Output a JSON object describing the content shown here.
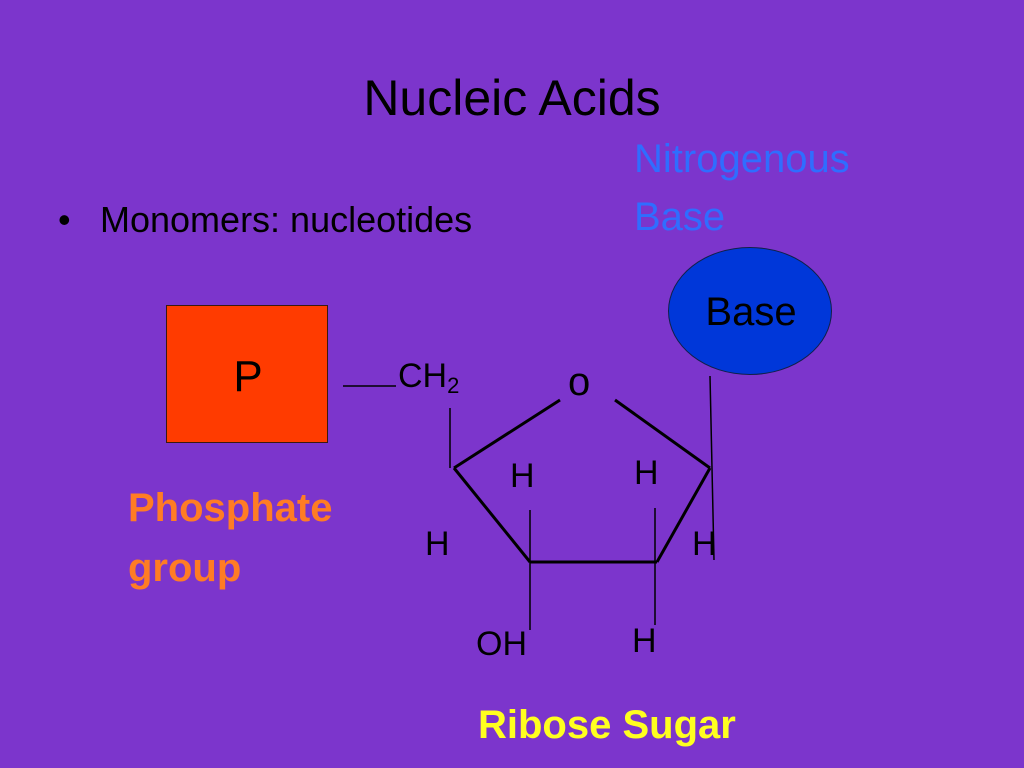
{
  "slide": {
    "title": "Nucleic Acids",
    "bullet_symbol": "•",
    "bullet_text": "Monomers: nucleotides",
    "nitrogenous_base_label": "Nitrogenous\nBase",
    "phosphate_box_letter": "P",
    "phosphate_label": "Phosphate\ngroup",
    "base_oval_text": "Base",
    "ribose_label": "Ribose Sugar"
  },
  "structure": {
    "ch2_main": "CH",
    "ch2_subscript": "2",
    "ring_oxygen": "o",
    "h_c1_upper": "H",
    "h_c4_upper": "H",
    "h_c4_lower": "H",
    "h_c1_lower": "H",
    "oh_c3": "OH",
    "h_c2": "H"
  },
  "colors": {
    "background": "#7c35cc",
    "phosphate_fill": "#ff3b00",
    "phosphate_label": "#ff7c24",
    "base_fill": "#0037d9",
    "nitrogenous_label": "#2f6dff",
    "ribose_label": "#ffff1f",
    "text": "#000000"
  }
}
